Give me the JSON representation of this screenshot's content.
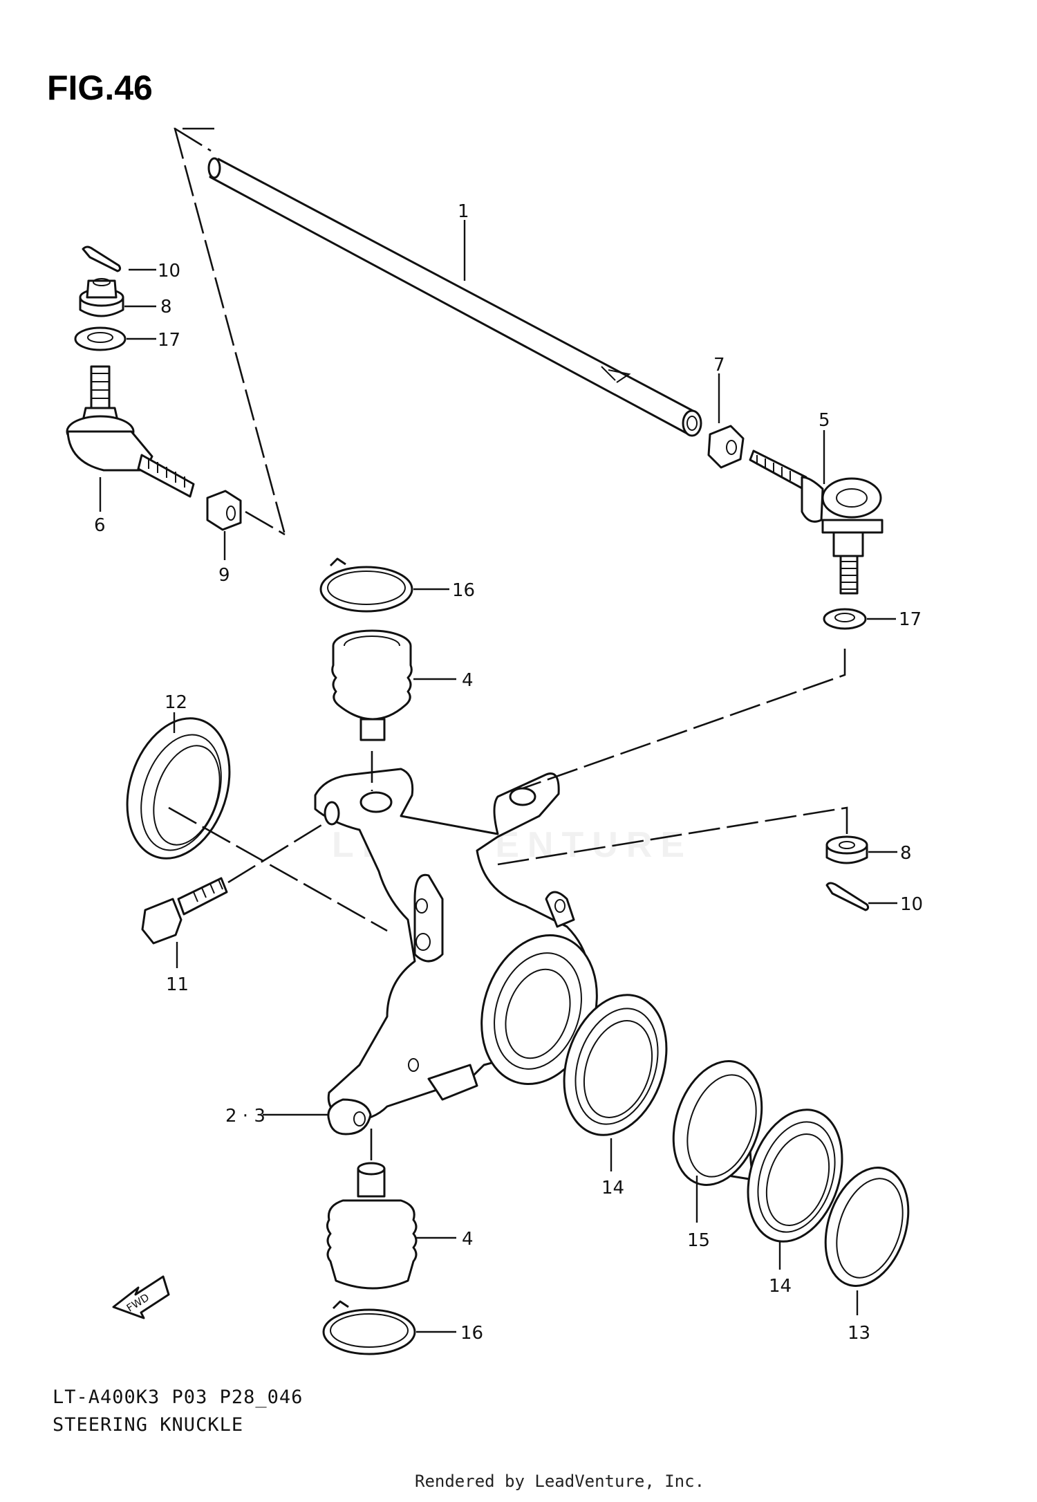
{
  "figure": {
    "title": "FIG.46",
    "code": "LT-A400K3 P03 P28_046",
    "caption": "STEERING KNUCKLE",
    "credit": "Rendered by LeadVenture, Inc.",
    "watermark": "LEADVENTURE"
  },
  "callouts": [
    {
      "id": "c1",
      "label": "1",
      "part": "tie-rod"
    },
    {
      "id": "c5",
      "label": "5",
      "part": "tie-rod-end-outer"
    },
    {
      "id": "c6",
      "label": "6",
      "part": "tie-rod-end-inner"
    },
    {
      "id": "c7",
      "label": "7",
      "part": "lock-nut-right"
    },
    {
      "id": "c9",
      "label": "9",
      "part": "lock-nut-left"
    },
    {
      "id": "c10a",
      "label": "10",
      "part": "cotter-pin-top"
    },
    {
      "id": "c8a",
      "label": "8",
      "part": "castle-nut-top"
    },
    {
      "id": "c17a",
      "label": "17",
      "part": "washer-top"
    },
    {
      "id": "c17b",
      "label": "17",
      "part": "washer-right"
    },
    {
      "id": "c16a",
      "label": "16",
      "part": "circlip-upper"
    },
    {
      "id": "c4a",
      "label": "4",
      "part": "ball-joint-upper"
    },
    {
      "id": "c12",
      "label": "12",
      "part": "oil-seal-large"
    },
    {
      "id": "c8b",
      "label": "8",
      "part": "castle-nut-right"
    },
    {
      "id": "c10b",
      "label": "10",
      "part": "cotter-pin-right"
    },
    {
      "id": "c11",
      "label": "11",
      "part": "bolt"
    },
    {
      "id": "c23",
      "label": "2 · 3",
      "part": "steering-knuckle"
    },
    {
      "id": "c14a",
      "label": "14",
      "part": "bearing-1"
    },
    {
      "id": "c15",
      "label": "15",
      "part": "spacer"
    },
    {
      "id": "c14b",
      "label": "14",
      "part": "bearing-2"
    },
    {
      "id": "c13",
      "label": "13",
      "part": "oil-seal-small"
    },
    {
      "id": "c4b",
      "label": "4",
      "part": "ball-joint-lower"
    },
    {
      "id": "c16b",
      "label": "16",
      "part": "circlip-lower"
    }
  ],
  "fwd_label": "FWD"
}
